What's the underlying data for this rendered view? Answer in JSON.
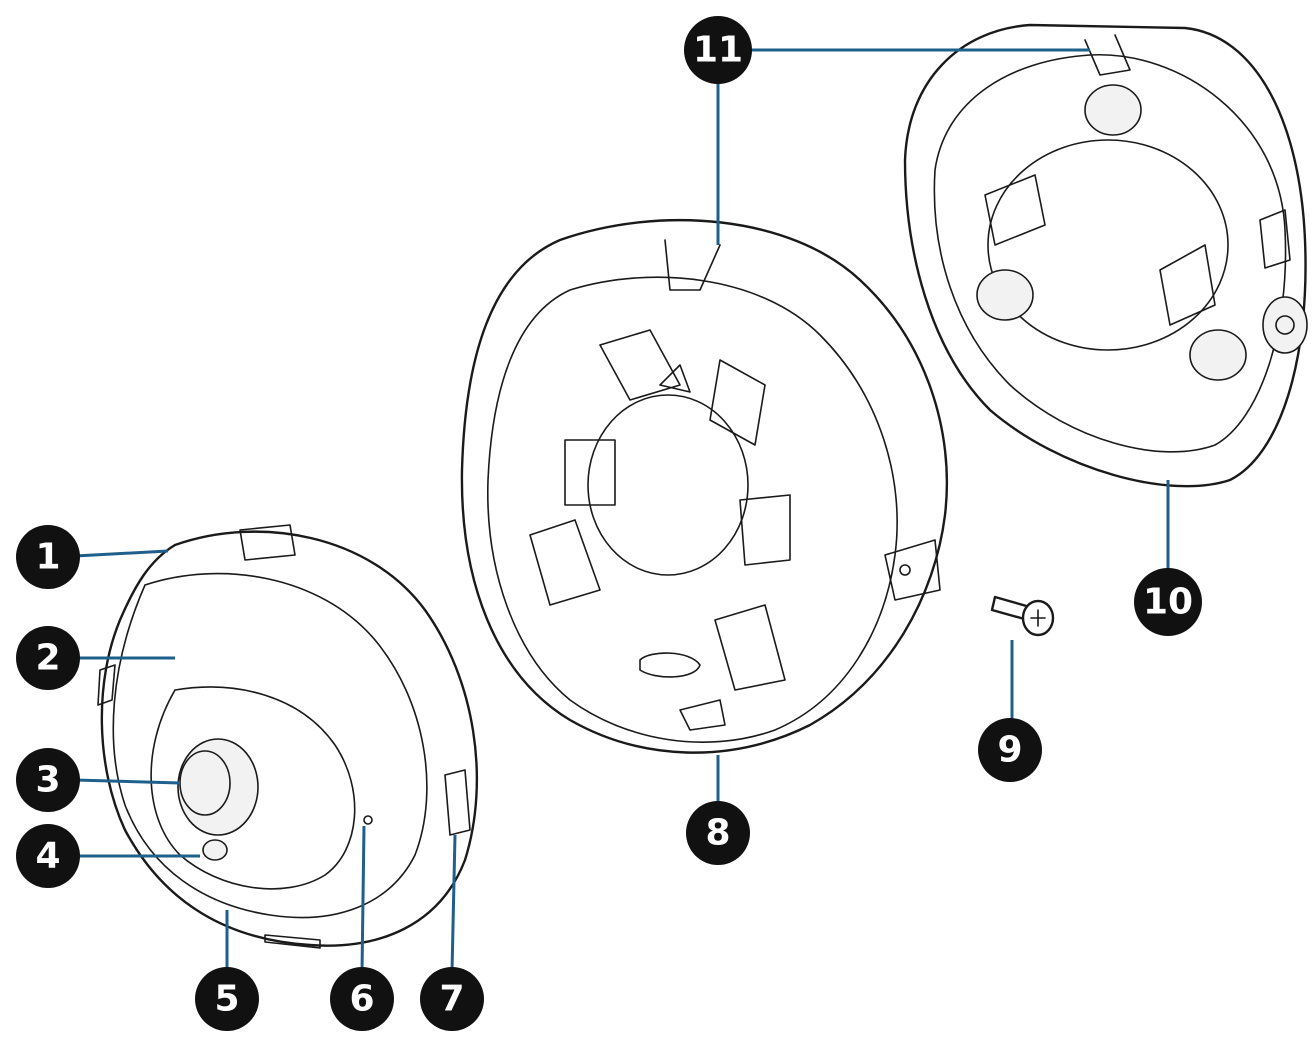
{
  "callouts": [
    {
      "label": "1"
    },
    {
      "label": "2"
    },
    {
      "label": "3"
    },
    {
      "label": "4"
    },
    {
      "label": "5"
    },
    {
      "label": "6"
    },
    {
      "label": "7"
    },
    {
      "label": "8"
    },
    {
      "label": "9"
    },
    {
      "label": "10"
    },
    {
      "label": "11"
    }
  ],
  "colors": {
    "leader": "#1f5f8b",
    "badge": "#111111",
    "badge_text": "#ffffff",
    "outline": "#1a1a1a"
  }
}
